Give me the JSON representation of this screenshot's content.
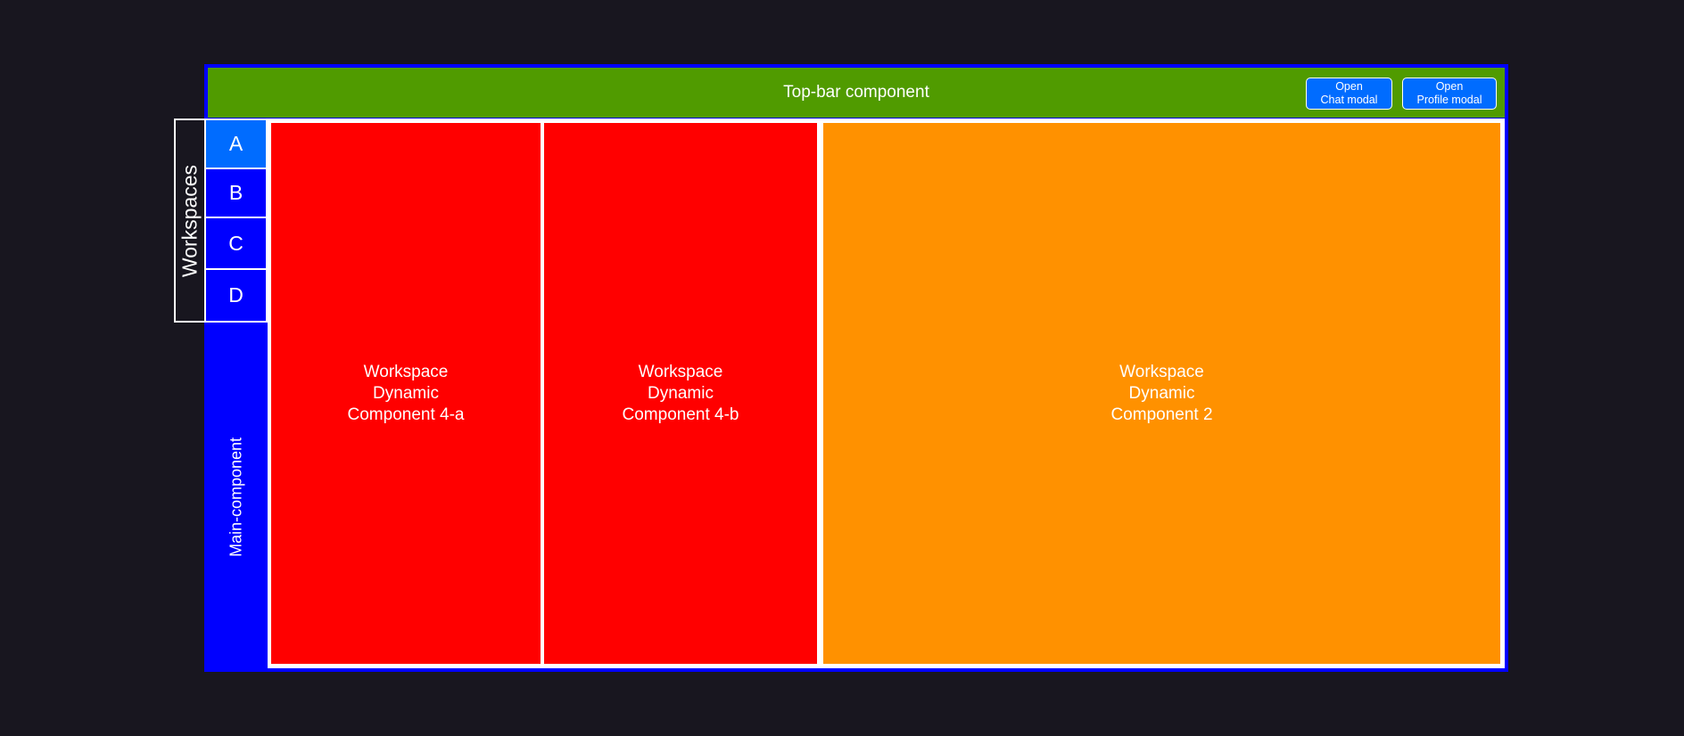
{
  "topbar": {
    "title": "Top-bar component",
    "chat_button": {
      "line1": "Open",
      "line2": "Chat modal"
    },
    "profile_button": {
      "line1": "Open",
      "line2": "Profile modal"
    }
  },
  "workspaces": {
    "label": "Workspaces",
    "items": [
      {
        "label": "A",
        "active": true
      },
      {
        "label": "B",
        "active": false
      },
      {
        "label": "C",
        "active": false
      },
      {
        "label": "D",
        "active": false
      }
    ]
  },
  "main": {
    "label": "Main-component",
    "panels": [
      {
        "lines": [
          "Workspace",
          "Dynamic",
          "Component 4-a"
        ],
        "color": "#ff0000"
      },
      {
        "lines": [
          "Workspace",
          "Dynamic",
          "Component 4-b"
        ],
        "color": "#ff0000"
      },
      {
        "lines": [
          "Workspace",
          "Dynamic",
          "Component 2"
        ],
        "color": "#ff9100"
      }
    ]
  },
  "colors": {
    "background": "#18161f",
    "frame": "#0000ff",
    "topbar": "#509b00",
    "button": "#006cff",
    "active_workspace": "#006cff"
  }
}
